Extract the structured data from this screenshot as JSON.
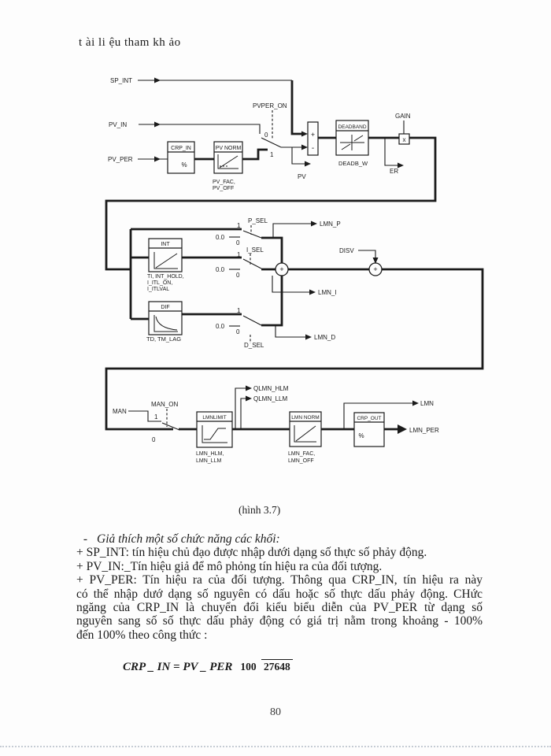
{
  "header": "t ài li ệu tham kh ảo",
  "caption": "(hình 3.7)",
  "page_number": "80",
  "body": {
    "bullet": "-",
    "heading": "Giả thích một số chức năng các khối:",
    "lines": [
      "+ SP_INT: tín hiệu chủ đạo được nhập dưới dạng số thực số phảy động.",
      "+ PV_IN:_Tín hiệu giả để mô phỏng tín hiệu ra của đối tượng.",
      "+ PV_PER: Tín hiệu ra của đối tượng. Thông qua CRP_IN, tín hiệu ra này",
      "có thể nhập dướ dạng số nguyên có dấu hoặc số thực dấu phảy động. CHức",
      "ngăng của CRP_IN là chuyển đổi kiểu biểu diễn của PV_PER từ dạng số",
      "nguyên sang số số thực dấu phảy động có giá trị nằm trong khoảng - 100%",
      "đến 100% theo công thức :"
    ]
  },
  "formula": {
    "lhs": "CRP _ IN = PV _ PER",
    "numerator": "100",
    "denominator": "27648"
  },
  "diagram": {
    "labels": {
      "sp_int": "SP_INT",
      "pvper_on": "PVPER_ON",
      "pv_in": "PV_IN",
      "pv_per": "PV_PER",
      "crp_in": "CRP_IN",
      "pv_norm": "PV NORM",
      "pv_fac": "PV_FAC,",
      "pv_off": "PV_OFF",
      "deadband": "DEADBAND",
      "deadb_w": "DEADB_W",
      "gain": "GAIN",
      "pv": "PV",
      "er": "ER",
      "p_sel": "P_SEL",
      "i_sel": "I_SEL",
      "d_sel": "D_SEL",
      "int_title": "INT",
      "int_params1": "TI, INT_HOLD,",
      "int_params2": "I_ITL_ON,",
      "int_params3": "I_ITLVAL",
      "dif_title": "DIF",
      "dif_params": "TD, TM_LAG",
      "lmn_p": "LMN_P",
      "lmn_i": "LMN_I",
      "lmn_d": "LMN_D",
      "disv": "DISV",
      "man": "MAN",
      "man_on": "MAN_ON",
      "lmnlimit": "LMNLIMIT",
      "lmn_hlm": "LMN_HLM,",
      "lmn_llm": "LMN_LLM",
      "qlmn_hlm": "QLMN_HLM",
      "qlmn_llm": "QLMN_LLM",
      "lmn_norm": "LMN NORM",
      "lmn_fac": "LMN_FAC,",
      "lmn_off": "LMN_OFF",
      "crp_out": "CRP_OUT",
      "lmn": "LMN",
      "lmn_per": "LMN_PER",
      "one": "1",
      "zero": "0",
      "zero_val": "0.0",
      "plus": "+",
      "minus": "-",
      "times": "x",
      "pct": "%"
    }
  }
}
